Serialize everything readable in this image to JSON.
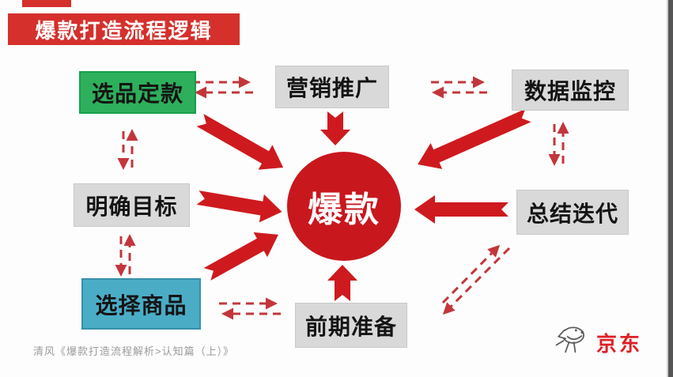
{
  "header": {
    "title": "爆款打造流程逻辑"
  },
  "diagram": {
    "center_label": "爆款",
    "nodes": [
      {
        "label": "选品定款",
        "color": "#2eaf5b"
      },
      {
        "label": "营销推广",
        "color": "#d9d9d9"
      },
      {
        "label": "数据监控",
        "color": "#d9d9d9"
      },
      {
        "label": "明确目标",
        "color": "#d9d9d9"
      },
      {
        "label": "总结迭代",
        "color": "#d9d9d9"
      },
      {
        "label": "选择商品",
        "color": "#4bacc6"
      },
      {
        "label": "前期准备",
        "color": "#d9d9d9"
      }
    ]
  },
  "footer": {
    "caption": "清风《爆款打造流程解析>认知篇（上）》",
    "brand": "京东"
  },
  "colors": {
    "banner_red": "#d5302c",
    "circle_red": "#c9171e",
    "solid_arrow_red": "#ce1a1f",
    "dashed_arrow_red": "#c2363b",
    "green_box": "#2eaf5b",
    "teal_box": "#4bacc6",
    "gray_box": "#d9d9d9",
    "jd_red": "#e01f26"
  }
}
